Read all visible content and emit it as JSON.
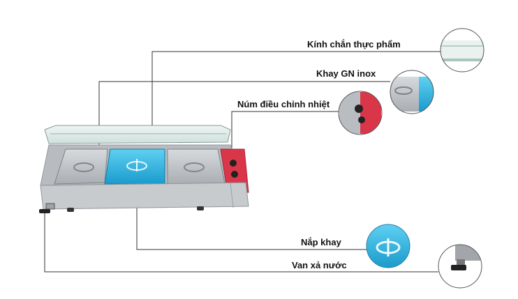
{
  "callouts": {
    "glass_guard": {
      "label": "Kính chắn thực phẩm",
      "icon": "glass-guard-detail"
    },
    "gn_tray": {
      "label": "Khay GN inox",
      "icon": "gn-tray-detail"
    },
    "temp_knob": {
      "label": "Núm điều chỉnh nhiệt",
      "icon": "temperature-knob-detail"
    },
    "tray_lid": {
      "label": "Nắp khay",
      "icon": "tray-lid-detail"
    },
    "drain_valve": {
      "label": "Van xả nước",
      "icon": "drain-valve-detail"
    }
  },
  "colors": {
    "steel": "#c9cdd2",
    "steel_dark": "#8e949a",
    "tray_blue": "#2bb3e0",
    "control_red": "#d9364a",
    "line": "#333333"
  }
}
